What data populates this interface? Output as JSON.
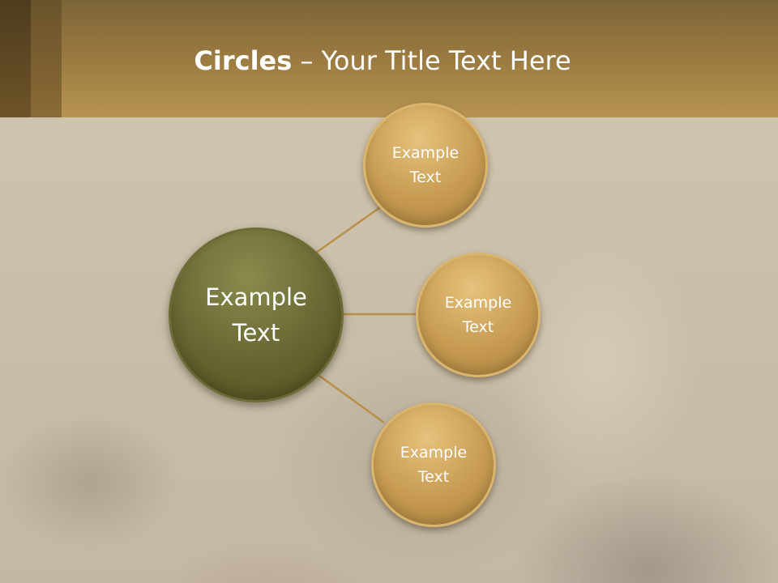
{
  "title": {
    "bold": "Circles",
    "rest": " – Your Title Text Here"
  },
  "diagram": {
    "center": {
      "line1": "Example",
      "line2": "Text"
    },
    "satellites": [
      {
        "line1": "Example",
        "line2": "Text"
      },
      {
        "line1": "Example",
        "line2": "Text"
      },
      {
        "line1": "Example",
        "line2": "Text"
      }
    ]
  },
  "colors": {
    "header": "#98783f",
    "center_circle": "#676631",
    "satellite_circle": "#c79b52",
    "connector": "#b8904a"
  }
}
